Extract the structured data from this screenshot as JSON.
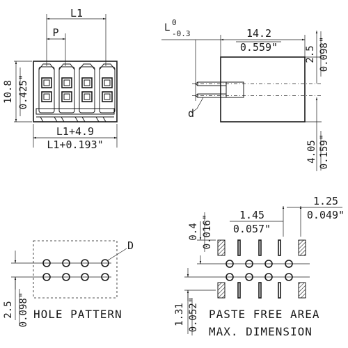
{
  "front_view": {
    "dim_top": "L1",
    "dim_pitch": "P",
    "dim_height_mm": "10.8",
    "dim_height_in": "0.425\"",
    "dim_bottom_mm": "L1+4.9",
    "dim_bottom_in": "L1+0.193\""
  },
  "side_view": {
    "tol_label": "L",
    "tol_upper": "0",
    "tol_lower": "-0.3",
    "dim_len_mm": "14.2",
    "dim_len_in": "0.559\"",
    "dim_top_mm": "2.5",
    "dim_top_in": "0.098\"",
    "pin_label": "d",
    "dim_pin_mm": "4.05",
    "dim_pin_in": "0.159\""
  },
  "hole_pattern": {
    "title": "HOLE PATTERN",
    "dia_label": "D",
    "dim_mm": "2.5",
    "dim_in": "0.098\""
  },
  "paste_free": {
    "title_line1": "PASTE FREE AREA",
    "title_line2": "MAX. DIMENSION",
    "dim_a_mm": "1.45",
    "dim_a_in": "0.057\"",
    "dim_b_mm": "1.25",
    "dim_b_in": "0.049\"",
    "dim_c_mm": "0.4",
    "dim_c_in": "0.016\"",
    "dim_d_mm": "1.31",
    "dim_d_in": "0.052\""
  }
}
